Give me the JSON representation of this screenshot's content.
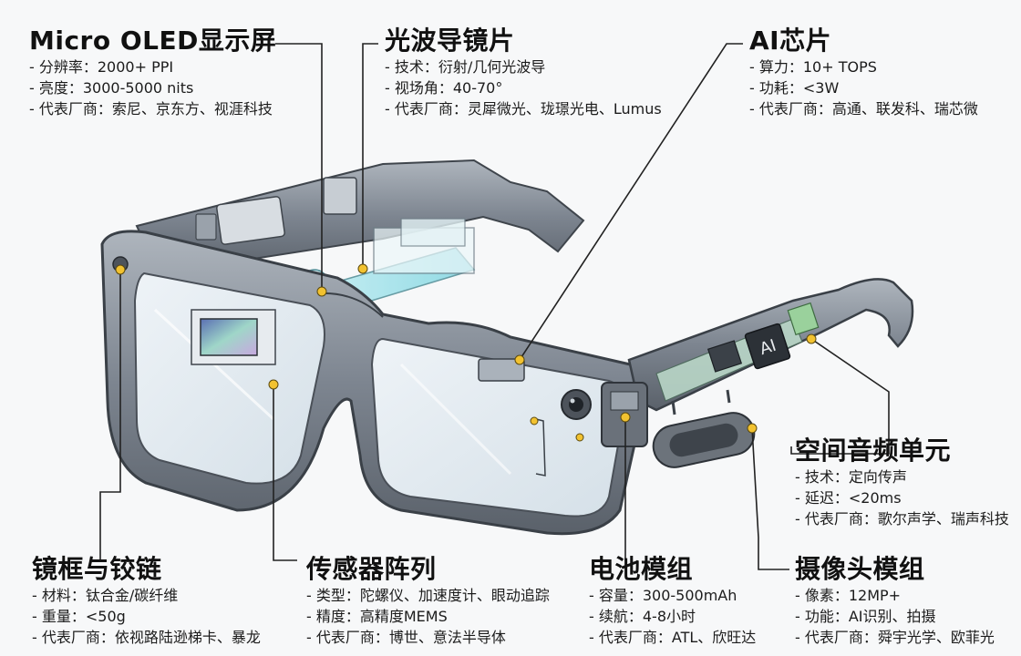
{
  "callouts": {
    "oled": {
      "title": "Micro OLED显示屏",
      "details": [
        "- 分辨率：2000+ PPI",
        "- 亮度：3000-5000 nits",
        "- 代表厂商：索尼、京东方、视涯科技"
      ]
    },
    "waveguide": {
      "title": "光波导镜片",
      "details": [
        "- 技术：衍射/几何光波导",
        "- 视场角：40-70°",
        "- 代表厂商：灵犀微光、珑璟光电、Lumus"
      ]
    },
    "chip": {
      "title": "AI芯片",
      "details": [
        "- 算力：10+ TOPS",
        "- 功耗：<3W",
        "- 代表厂商：高通、联发科、瑞芯微"
      ]
    },
    "audio": {
      "title": "空间音频单元",
      "details": [
        "- 技术：定向传声",
        "- 延迟：<20ms",
        "- 代表厂商：歌尔声学、瑞声科技"
      ]
    },
    "frame": {
      "title": "镜框与铰链",
      "details": [
        "- 材料：钛合金/碳纤维",
        "- 重量：<50g",
        "- 代表厂商：依视路陆逊梯卡、暴龙"
      ]
    },
    "sensor": {
      "title": "传感器阵列",
      "details": [
        "- 类型：陀螺仪、加速度计、眼动追踪",
        "- 精度：高精度MEMS",
        "- 代表厂商：博世、意法半导体"
      ]
    },
    "battery": {
      "title": "电池模组",
      "details": [
        "- 容量：300-500mAh",
        "- 续航：4-8小时",
        "- 代表厂商：ATL、欣旺达"
      ]
    },
    "camera": {
      "title": "摄像头模组",
      "details": [
        "- 像素：12MP+",
        "- 功能：AI识别、拍摄",
        "- 代表厂商：舜宇光学、欧菲光"
      ]
    }
  },
  "chip_label": "AI",
  "colors": {
    "leader_dot": "#f2c230",
    "frame": "#7d8590",
    "frame_dark": "#4c525a",
    "lens": "#dfe9f0",
    "waveguide": "#9fe3ec",
    "circuit": "#9ec7b4"
  }
}
